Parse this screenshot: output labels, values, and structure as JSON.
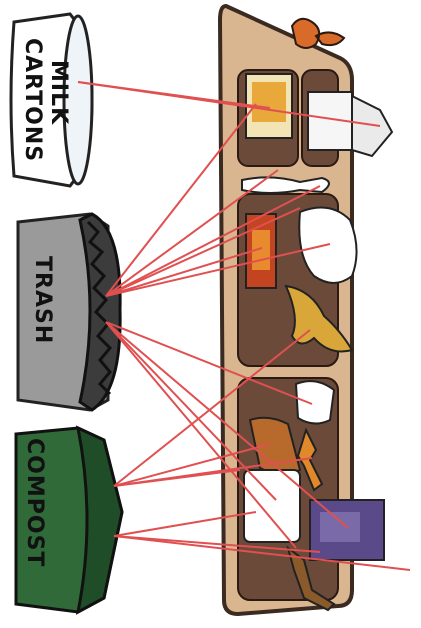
{
  "bins": {
    "milk": {
      "line1": "MILK",
      "line2": "CARTONS"
    },
    "trash": {
      "label": "TRASH"
    },
    "compost": {
      "label": "COMPOST"
    }
  },
  "colors": {
    "tray": "#d9b690",
    "tray_edge": "#3a2a20",
    "compartment": "#6b4a3a",
    "line": "#e05050",
    "trash_bin": "#9a9a9a",
    "trash_lid": "#3c3c3c",
    "compost_bin": "#2f6a38",
    "milk_bin": "#ffffff"
  }
}
